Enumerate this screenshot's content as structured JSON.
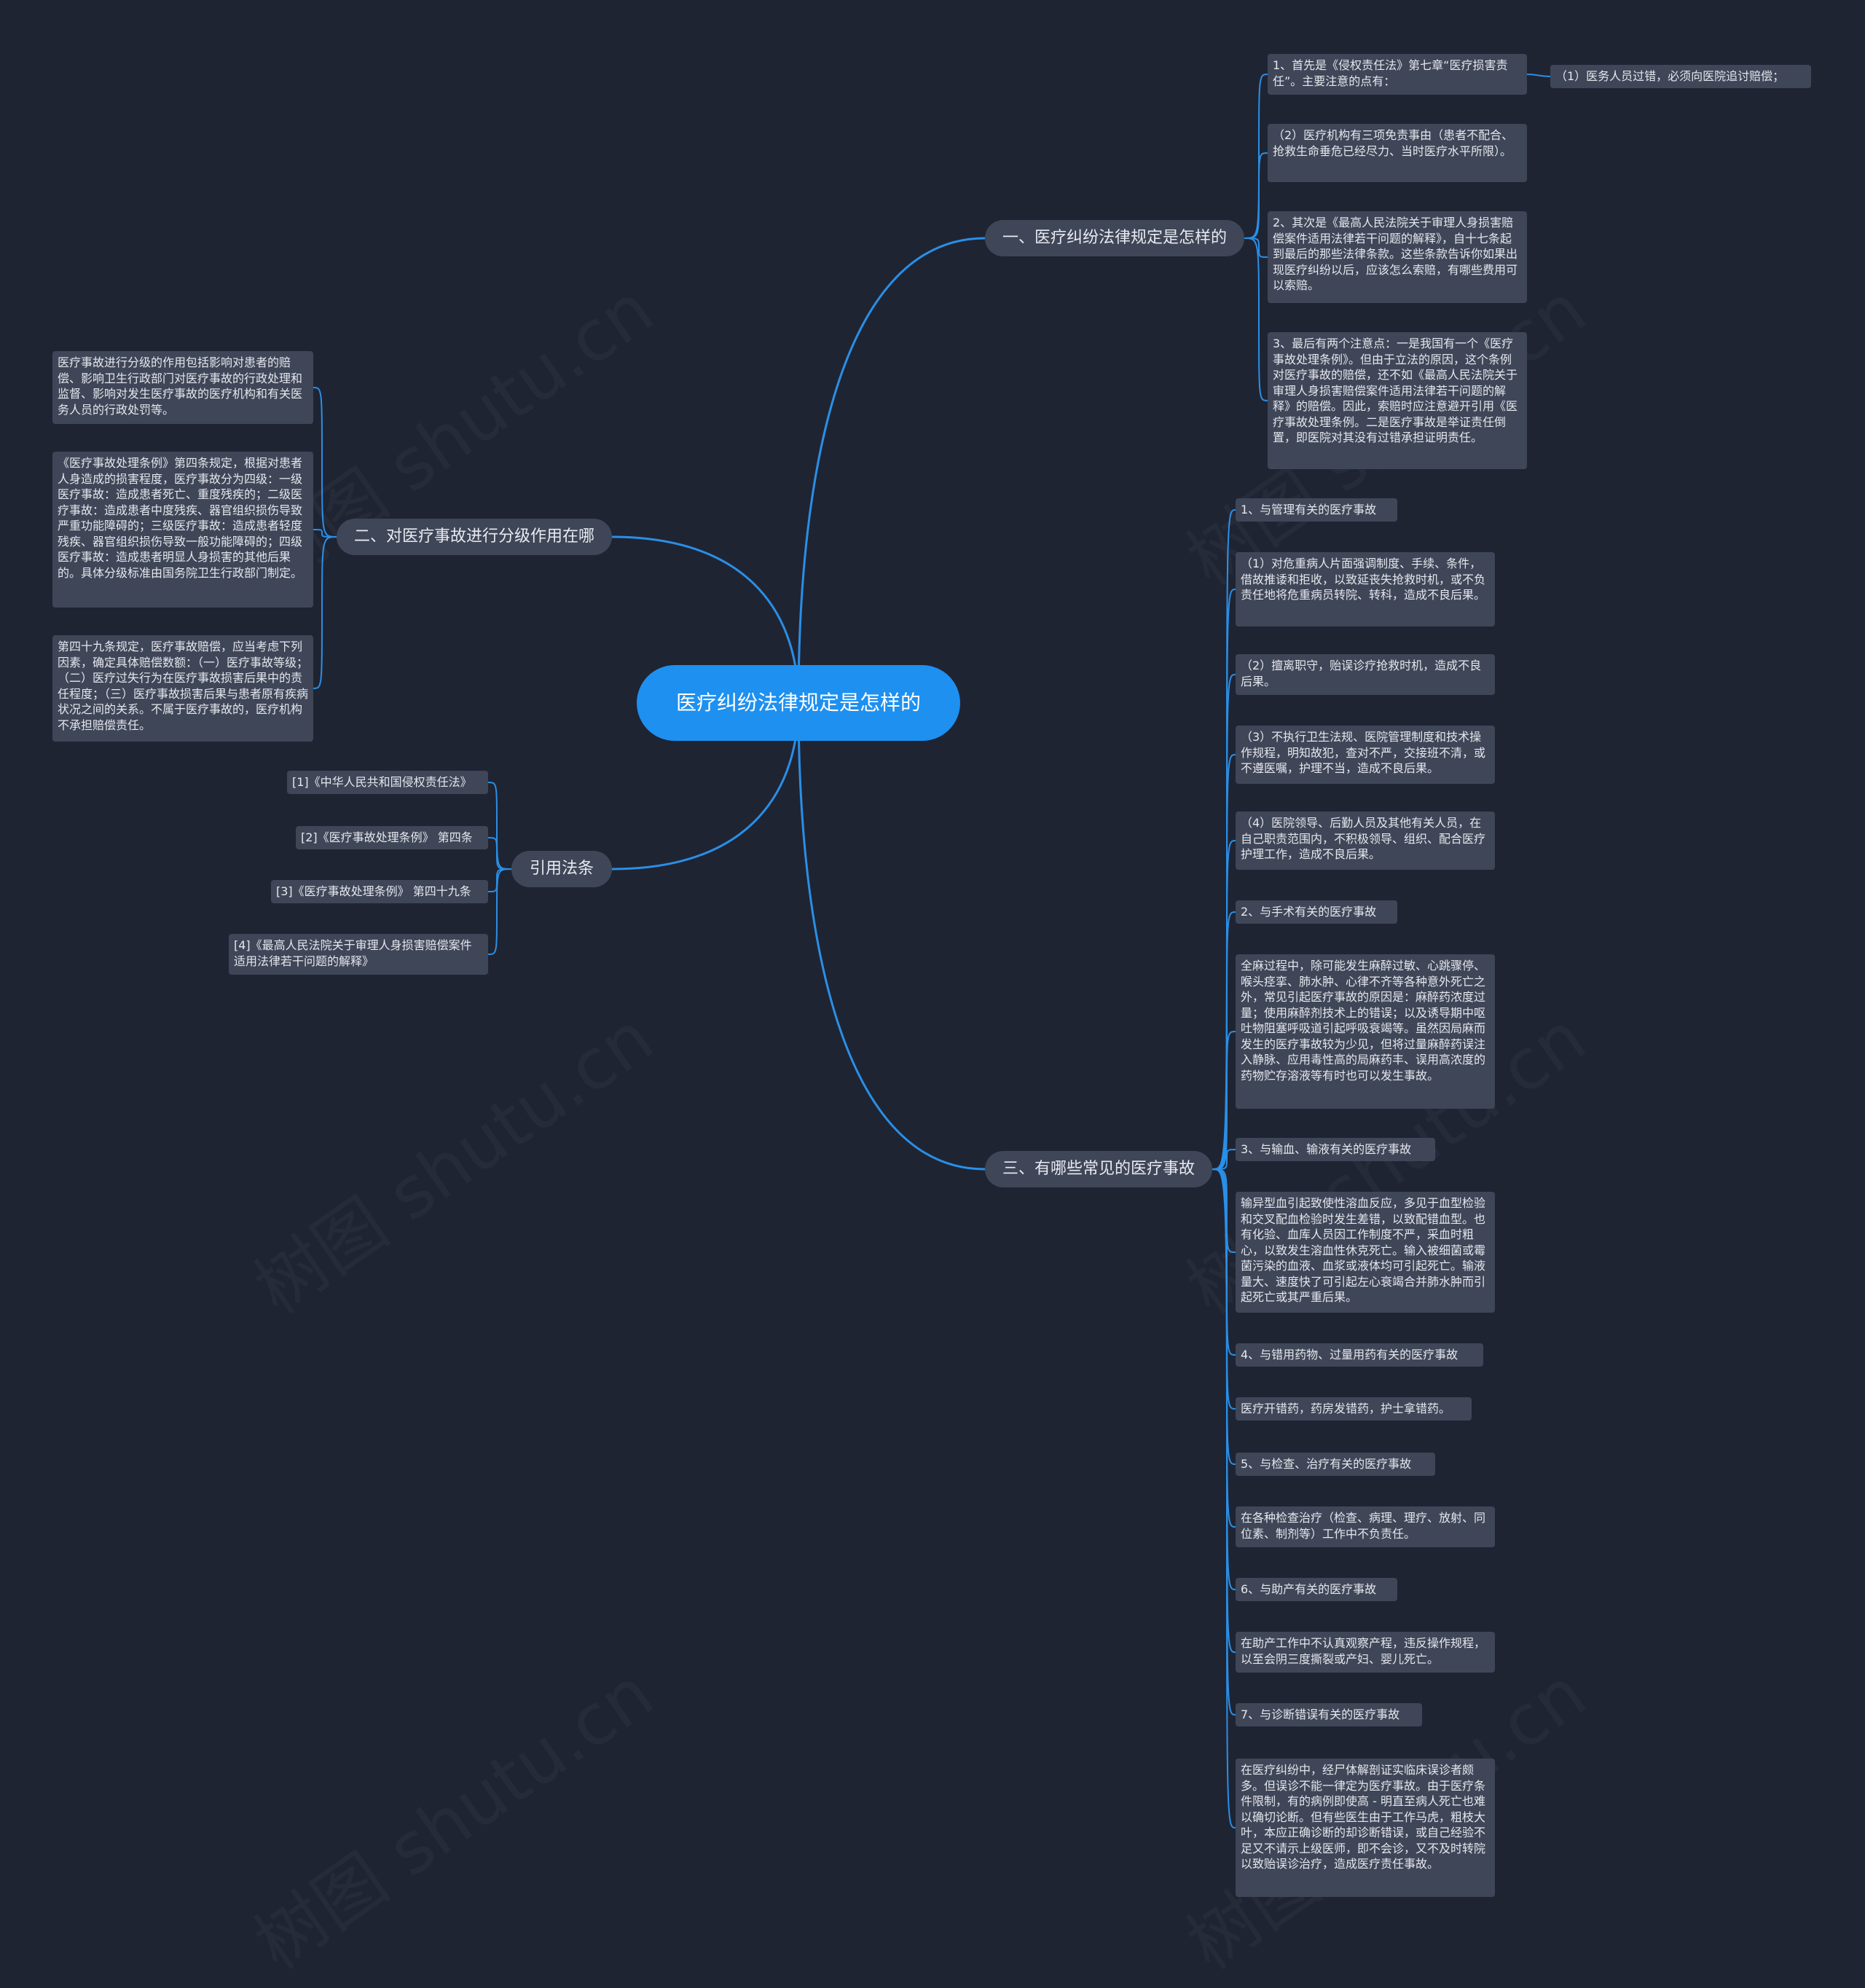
{
  "root": {
    "label": "医疗纠纷法律规定是怎样的"
  },
  "branches": [
    {
      "label": "一、医疗纠纷法律规定是怎样的",
      "children": [
        {
          "text": "1、首先是《侵权责任法》第七章“医疗损害责任”。主要注意的点有：",
          "children": [
            {
              "text": "（1）医务人员过错，必须向医院追讨赔偿；"
            }
          ]
        },
        {
          "text": "（2）医疗机构有三项免责事由（患者不配合、抢救生命垂危已经尽力、当时医疗水平所限）。"
        },
        {
          "text": "2、其次是《最高人民法院关于审理人身损害赔偿案件适用法律若干问题的解释》，自十七条起到最后的那些法律条款。这些条款告诉你如果出现医疗纠纷以后，应该怎么索赔，有哪些费用可以索赔。"
        },
        {
          "text": "3、最后有两个注意点：一是我国有一个《医疗事故处理条例》。但由于立法的原因，这个条例对医疗事故的赔偿，还不如《最高人民法院关于审理人身损害赔偿案件适用法律若干问题的解释》的赔偿。因此，索赔时应注意避开引用《医疗事故处理条例。二是医疗事故是举证责任倒置，即医院对其没有过错承担证明责任。"
        }
      ]
    },
    {
      "label": "二、对医疗事故进行分级作用在哪",
      "children": [
        {
          "text": "医疗事故进行分级的作用包括影响对患者的赔偿、影响卫生行政部门对医疗事故的行政处理和监督、影响对发生医疗事故的医疗机构和有关医务人员的行政处罚等。"
        },
        {
          "text": "《医疗事故处理条例》第四条规定，根据对患者人身造成的损害程度，医疗事故分为四级：一级医疗事故：造成患者死亡、重度残疾的；二级医疗事故：造成患者中度残疾、器官组织损伤导致严重功能障碍的；三级医疗事故：造成患者轻度残疾、器官组织损伤导致一般功能障碍的；四级医疗事故：造成患者明显人身损害的其他后果的。具体分级标准由国务院卫生行政部门制定。"
        },
        {
          "text": "第四十九条规定，医疗事故赔偿，应当考虑下列因素，确定具体赔偿数额：（一）医疗事故等级；（二）医疗过失行为在医疗事故损害后果中的责任程度；（三）医疗事故损害后果与患者原有疾病状况之间的关系。不属于医疗事故的，医疗机构不承担赔偿责任。"
        }
      ]
    },
    {
      "label": "引用法条",
      "children": [
        {
          "text": "[1]《中华人民共和国侵权责任法》"
        },
        {
          "text": "[2]《医疗事故处理条例》 第四条"
        },
        {
          "text": "[3]《医疗事故处理条例》 第四十九条"
        },
        {
          "text": "[4]《最高人民法院关于审理人身损害赔偿案件适用法律若干问题的解释》"
        }
      ]
    },
    {
      "label": "三、有哪些常见的医疗事故",
      "children": [
        {
          "text": "1、与管理有关的医疗事故"
        },
        {
          "text": "（1）对危重病人片面强调制度、手续、条件，借故推诿和拒收，以致延丧失抢救时机，或不负责任地将危重病员转院、转科，造成不良后果。"
        },
        {
          "text": "（2）擅离职守，贻误诊疗抢救时机，造成不良后果。"
        },
        {
          "text": "（3）不执行卫生法规、医院管理制度和技术操作规程，明知故犯，查对不严，交接班不清，或不遵医嘱，护理不当，造成不良后果。"
        },
        {
          "text": "（4）医院领导、后勤人员及其他有关人员，在自己职责范围内，不积极领导、组织、配合医疗护理工作，造成不良后果。"
        },
        {
          "text": "2、与手术有关的医疗事故"
        },
        {
          "text": "全麻过程中，除可能发生麻醉过敏、心跳骤停、喉头痉挛、肺水肿、心律不齐等各种意外死亡之外，常见引起医疗事故的原因是：麻醉药浓度过量；使用麻醉剂技术上的错误；以及诱导期中呕吐物阻塞呼吸道引起呼吸衰竭等。虽然因局麻而发生的医疗事故较为少见，但将过量麻醉药误注入静脉、应用毒性高的局麻药丰、误用高浓度的药物贮存溶液等有时也可以发生事故。"
        },
        {
          "text": "3、与输血、输液有关的医疗事故"
        },
        {
          "text": "输异型血引起致使性溶血反应，多见于血型检验和交叉配血检验时发生差错，以致配错血型。也有化验、血库人员因工作制度不严，采血时粗心，以致发生溶血性休克死亡。输入被细菌或霉菌污染的血液、血浆或液体均可引起死亡。输液量大、速度快了可引起左心衰竭合并肺水肿而引起死亡或其严重后果。"
        },
        {
          "text": "4、与错用药物、过量用药有关的医疗事故"
        },
        {
          "text": "医疗开错药，药房发错药，护士拿错药。"
        },
        {
          "text": "5、与检查、治疗有关的医疗事故"
        },
        {
          "text": "在各种检查治疗（检查、病理、理疗、放射、同位素、制剂等）工作中不负责任。"
        },
        {
          "text": "6、与助产有关的医疗事故"
        },
        {
          "text": "在助产工作中不认真观察产程，违反操作规程，以至会阴三度撕裂或产妇、婴儿死亡。"
        },
        {
          "text": "7、与诊断错误有关的医疗事故"
        },
        {
          "text": "在医疗纠纷中，经尸体解剖证实临床误诊者颇多。但误诊不能一律定为医疗事故。由于医疗条件限制，有的病例即使高 - 明直至病人死亡也难以确切论断。但有些医生由于工作马虎，粗枝大叶，本应正确诊断的却诊断错误，或自己经验不足又不请示上级医师，即不会诊，又不及时转院以致贻误诊治疗，造成医疗责任事故。"
        }
      ]
    }
  ],
  "watermark": "树图 shutu.cn",
  "colors": {
    "background": "#1f2433",
    "root": "#1e90f0",
    "node": "#3f4657",
    "edge": "#2a8fe6"
  }
}
